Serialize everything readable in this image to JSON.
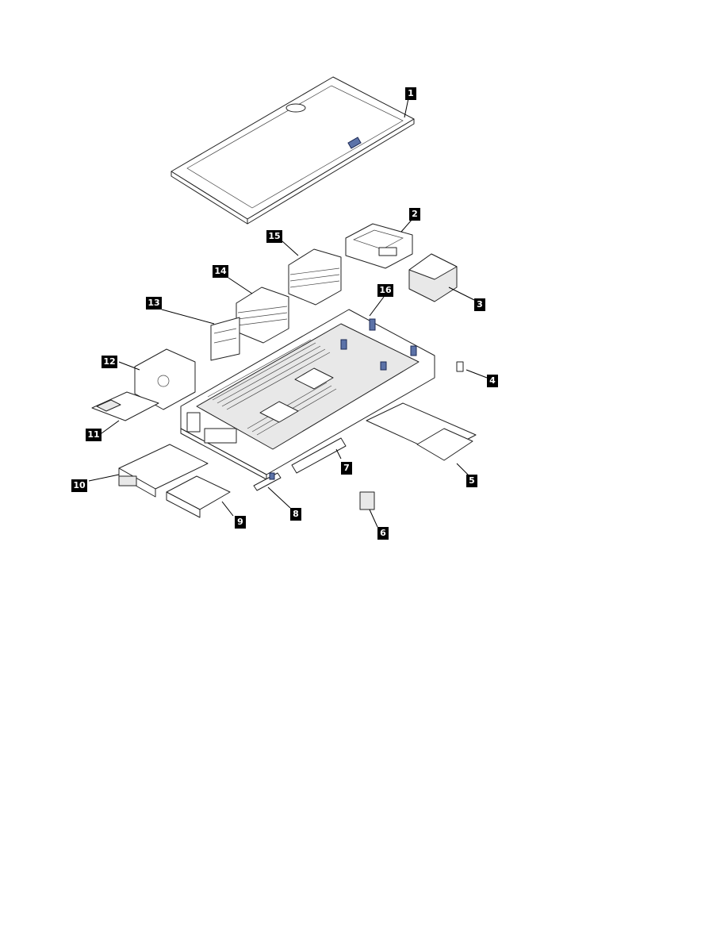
{
  "diagram": {
    "callouts": [
      {
        "id": "1",
        "label": "1"
      },
      {
        "id": "2",
        "label": "2"
      },
      {
        "id": "3",
        "label": "3"
      },
      {
        "id": "4",
        "label": "4"
      },
      {
        "id": "5",
        "label": "5"
      },
      {
        "id": "6",
        "label": "6"
      },
      {
        "id": "7",
        "label": "7"
      },
      {
        "id": "8",
        "label": "8"
      },
      {
        "id": "9",
        "label": "9"
      },
      {
        "id": "10",
        "label": "10"
      },
      {
        "id": "11",
        "label": "11"
      },
      {
        "id": "12",
        "label": "12"
      },
      {
        "id": "13",
        "label": "13"
      },
      {
        "id": "14",
        "label": "14"
      },
      {
        "id": "15",
        "label": "15"
      },
      {
        "id": "16",
        "label": "16"
      }
    ],
    "colors": {
      "accent_blue": "#5b72a8",
      "callout_bg": "#000000",
      "callout_text": "#ffffff"
    }
  }
}
